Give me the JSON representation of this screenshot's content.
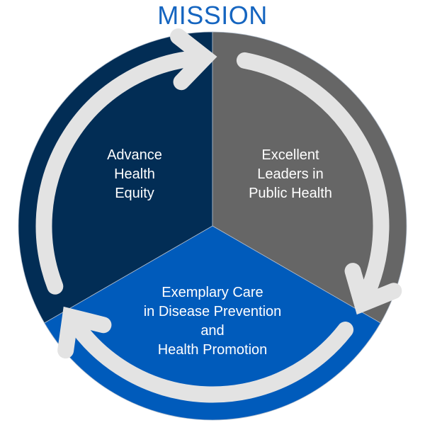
{
  "title": "MISSION",
  "segments": [
    {
      "label_lines": [
        "Advance",
        "Health",
        "Equity"
      ],
      "color": "#022d55"
    },
    {
      "label_lines": [
        "Excellent",
        "Leaders in",
        "Public Health"
      ],
      "color": "#666666"
    },
    {
      "label_lines": [
        "Exemplary Care",
        "in Disease Prevention",
        "and",
        "Health Promotion"
      ],
      "color": "#005bbb"
    }
  ],
  "arrow_color": "#e3e3e3"
}
